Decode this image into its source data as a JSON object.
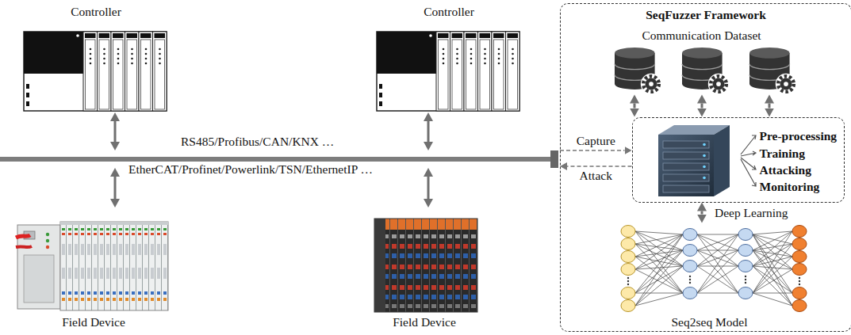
{
  "diagram": {
    "nodes": [
      {
        "text": [
          "Controller"
        ]
      },
      {
        "text": [
          "Controller"
        ]
      },
      {
        "text": [
          "Field Device"
        ]
      },
      {
        "text": [
          "Field Device"
        ]
      },
      {
        "text": [
          "RS485/Profibus/CAN/KNX …",
          "EtherCAT/Profinet/Powerlink/TSN/EthernetIP …"
        ]
      },
      {
        "text": [
          "SeqFuzzer Framework"
        ]
      },
      {
        "text": [
          "Communication Dataset"
        ],
        "in": 5
      },
      {
        "text": [
          "Pre-processing",
          "Training",
          "Attacking",
          "Monitoring"
        ],
        "in": 5
      },
      {
        "text": [
          "Seq2seq Model"
        ],
        "in": 5
      }
    ],
    "edges": [
      {
        "from": 0,
        "to": 4,
        "arrow": "both"
      },
      {
        "from": 1,
        "to": 4,
        "arrow": "both"
      },
      {
        "from": 4,
        "to": 2,
        "arrow": "both"
      },
      {
        "from": 4,
        "to": 3,
        "arrow": "both"
      },
      {
        "from": 4,
        "to": 7,
        "label": "Capture",
        "arrow": "to"
      },
      {
        "from": 7,
        "to": 4,
        "label": "Attack",
        "arrow": "to"
      },
      {
        "from": 6,
        "to": 7,
        "arrow": "both"
      },
      {
        "from": 7,
        "to": 8,
        "label": "Deep Learning",
        "arrow": "both"
      }
    ]
  }
}
